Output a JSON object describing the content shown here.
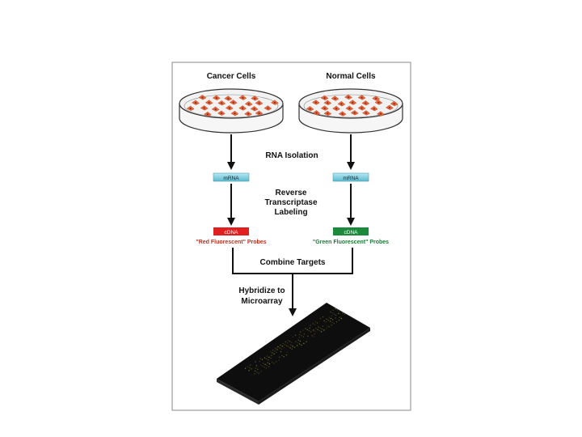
{
  "labels": {
    "cancer_cells": "Cancer Cells",
    "normal_cells": "Normal Cells",
    "rna_isolation": "RNA Isolation",
    "mrna_left": "mRNA",
    "mrna_right": "mRNA",
    "rt_line1": "Reverse",
    "rt_line2": "Transcriptase",
    "rt_line3": "Labeling",
    "cdna_left": "cDNA",
    "cdna_right": "cDNA",
    "red_probes": "\"Red Fluorescent\" Probes",
    "green_probes": "\"Green Fluorescent\" Probes",
    "combine_targets": "Combine Targets",
    "hybridize_line1": "Hybridize to",
    "hybridize_line2": "Microarray"
  },
  "colors": {
    "frame_border": "#888888",
    "cell_orange": "#e8643a",
    "mrna_box": "#7fd0e0",
    "cdna_red": "#e02020",
    "cdna_green": "#1c8a3c",
    "red_probe_text": "#c0301e",
    "green_probe_text": "#1c7a38",
    "microarray": "#141414",
    "spot": "#8a9a30"
  }
}
